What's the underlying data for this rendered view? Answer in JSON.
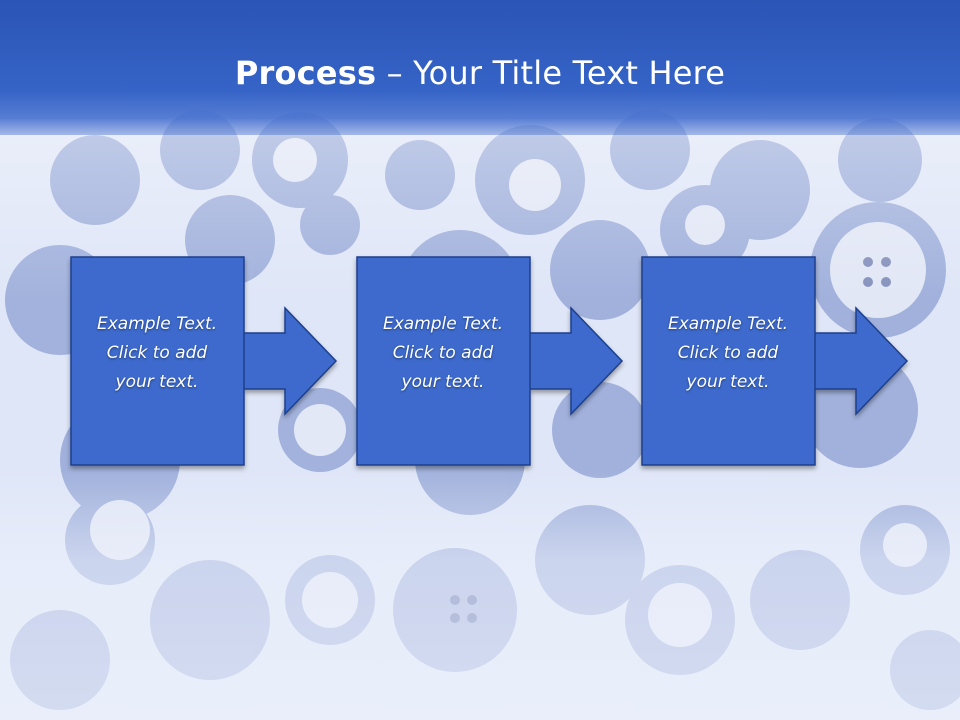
{
  "title": {
    "bold": "Process",
    "rest": " – Your Title Text Here"
  },
  "steps": [
    {
      "line1": "Example Text.",
      "line2": "Click  to add",
      "line3": "your text."
    },
    {
      "line1": "Example Text.",
      "line2": "Click  to add",
      "line3": "your text."
    },
    {
      "line1": "Example Text.",
      "line2": "Click  to add",
      "line3": "your text."
    }
  ],
  "colors": {
    "header": "#3060c2",
    "box": "#3d6bcc",
    "box_border": "#1f3f8c",
    "text": "#ffffff"
  }
}
